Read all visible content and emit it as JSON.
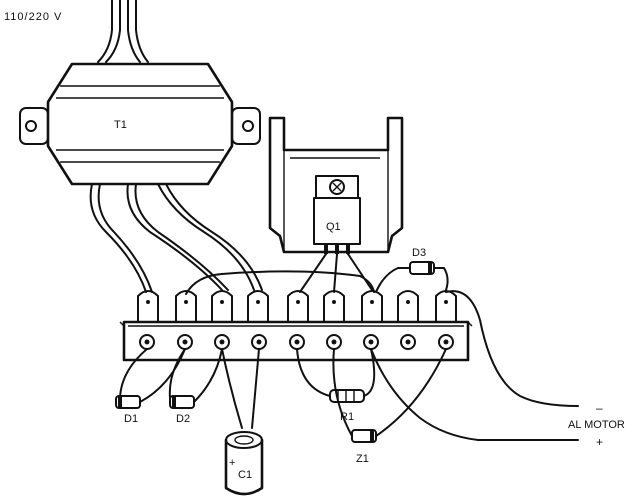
{
  "labels": {
    "mains": "110/220 V",
    "transformer": "T1",
    "transistor": "Q1",
    "diode1": "D1",
    "diode2": "D2",
    "diode3": "D3",
    "resistor": "R1",
    "zener": "Z1",
    "capacitor": "C1",
    "cap_polarity": "+",
    "motor_label": "AL MOTOR",
    "motor_minus": "–",
    "motor_plus": "+"
  }
}
